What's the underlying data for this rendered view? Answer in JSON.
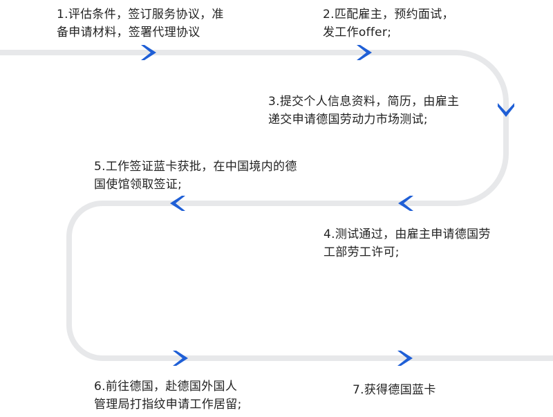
{
  "colors": {
    "track": "#e7e8ea",
    "arrow": "#1f5fd6",
    "text": "#222222"
  },
  "steps": [
    {
      "id": "s1",
      "lines": [
        "1.评估条件，签订服务协议，准",
        "备申请材料，签署代理协议"
      ]
    },
    {
      "id": "s2",
      "lines": [
        "2.匹配雇主，预约面试，",
        "发工作offer;"
      ]
    },
    {
      "id": "s3",
      "lines": [
        "3.提交个人信息资料，简历，由雇主",
        "递交申请德国劳动力市场测试;"
      ]
    },
    {
      "id": "s4",
      "lines": [
        "4.测试通过，由雇主申请德国劳",
        "工部劳工许可;"
      ]
    },
    {
      "id": "s5",
      "lines": [
        "5.工作签证蓝卡获批，在中国境内的德",
        "国使馆领取签证;"
      ]
    },
    {
      "id": "s6",
      "lines": [
        "6.前往德国，赴德国外国人",
        "管理局打指纹申请工作居留;"
      ]
    },
    {
      "id": "s7",
      "lines": [
        "7.获得德国蓝卡"
      ]
    }
  ],
  "arrows": [
    {
      "name": "chevron-right-icon-1",
      "dir": "right"
    },
    {
      "name": "chevron-right-icon-2",
      "dir": "right"
    },
    {
      "name": "chevron-down-icon-3",
      "dir": "down"
    },
    {
      "name": "chevron-left-icon-4",
      "dir": "left"
    },
    {
      "name": "chevron-left-icon-5",
      "dir": "left"
    },
    {
      "name": "chevron-right-icon-6",
      "dir": "right"
    },
    {
      "name": "chevron-right-icon-7",
      "dir": "right"
    }
  ]
}
